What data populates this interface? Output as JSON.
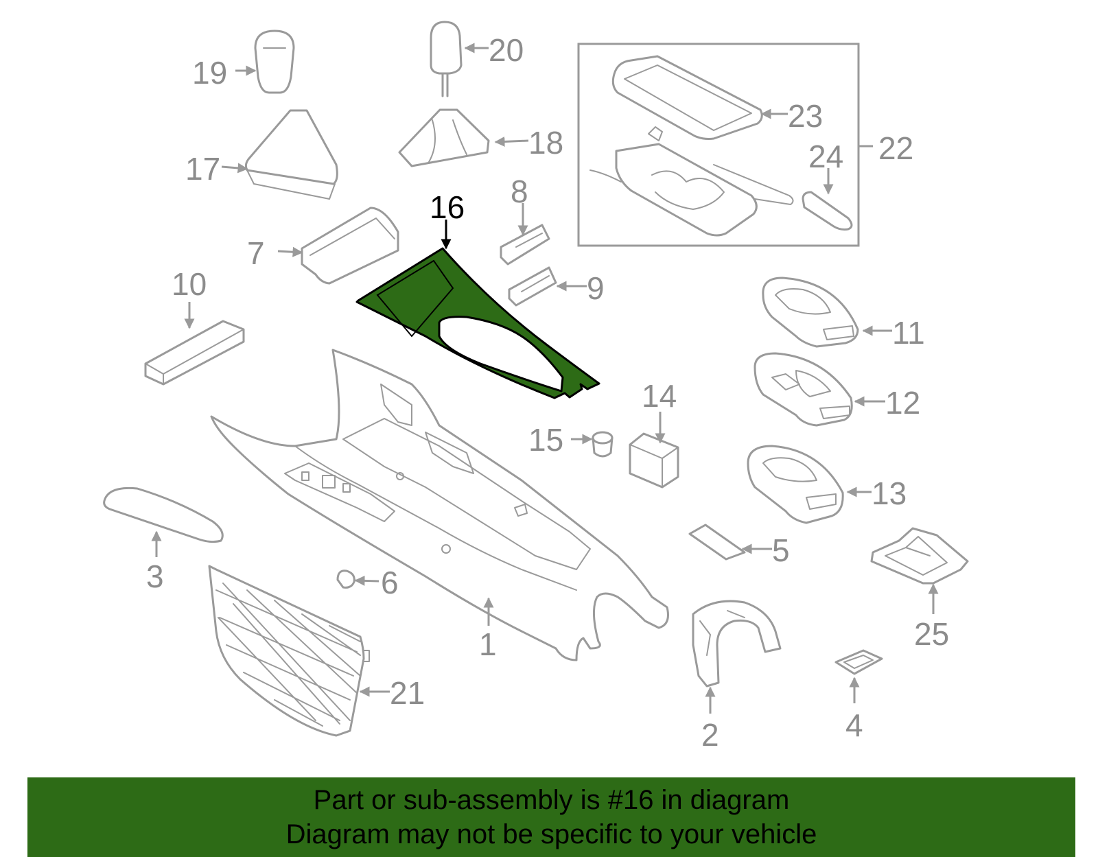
{
  "diagram": {
    "highlight_color": "#2d6b16",
    "outline_color": "#9a9a9a",
    "highlighted_part": "16",
    "callouts": {
      "c1": "1",
      "c2": "2",
      "c3": "3",
      "c4": "4",
      "c5": "5",
      "c6": "6",
      "c7": "7",
      "c8": "8",
      "c9": "9",
      "c10": "10",
      "c11": "11",
      "c12": "12",
      "c13": "13",
      "c14": "14",
      "c15": "15",
      "c16": "16",
      "c17": "17",
      "c18": "18",
      "c19": "19",
      "c20": "20",
      "c21": "21",
      "c22": "22",
      "c23": "23",
      "c24": "24",
      "c25": "25"
    }
  },
  "banner": {
    "line1": "Part or sub-assembly is #16 in diagram",
    "line2": "Diagram may not be specific to your vehicle"
  }
}
